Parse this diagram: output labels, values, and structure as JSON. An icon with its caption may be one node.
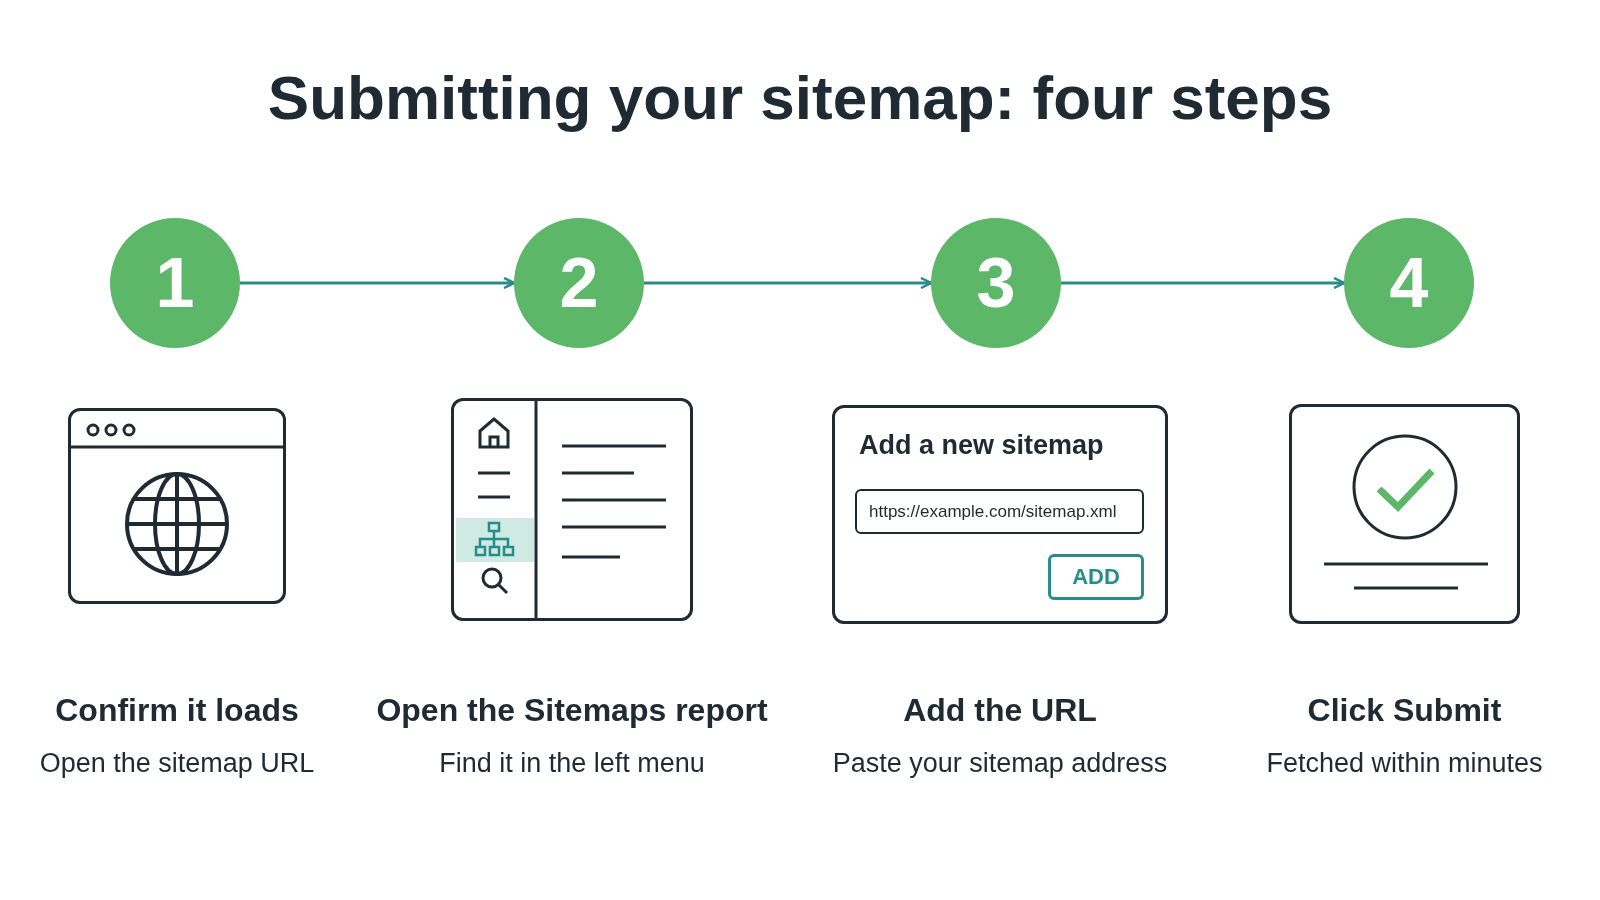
{
  "diagram": {
    "title": "Submitting your sitemap: four steps",
    "nodes": [
      {
        "text": [
          "1"
        ]
      },
      {
        "text": [
          "2"
        ]
      },
      {
        "text": [
          "3"
        ]
      },
      {
        "text": [
          "4"
        ]
      },
      {
        "text": [],
        "shape": "box",
        "beside": [
          "Confirm it loads",
          "Open the sitemap URL"
        ]
      },
      {
        "text": [],
        "shape": "box",
        "beside": [
          "Open the Sitemaps report",
          "Find it in the left menu"
        ]
      },
      {
        "text": [
          "Add a new sitemap"
        ],
        "beside": [
          "Add the URL",
          "Paste your sitemap address"
        ]
      },
      {
        "text": [
          "https://example.com/sitemap.xml"
        ],
        "in": 6
      },
      {
        "text": [
          "ADD"
        ],
        "in": 6
      },
      {
        "text": [],
        "shape": "box",
        "beside": [
          "Click Submit",
          "Fetched within minutes"
        ]
      }
    ],
    "edges": [
      {
        "from": 0,
        "to": 1,
        "arrow": "to"
      },
      {
        "from": 1,
        "to": 2,
        "arrow": "to"
      },
      {
        "from": 2,
        "to": 3,
        "arrow": "to"
      }
    ]
  }
}
